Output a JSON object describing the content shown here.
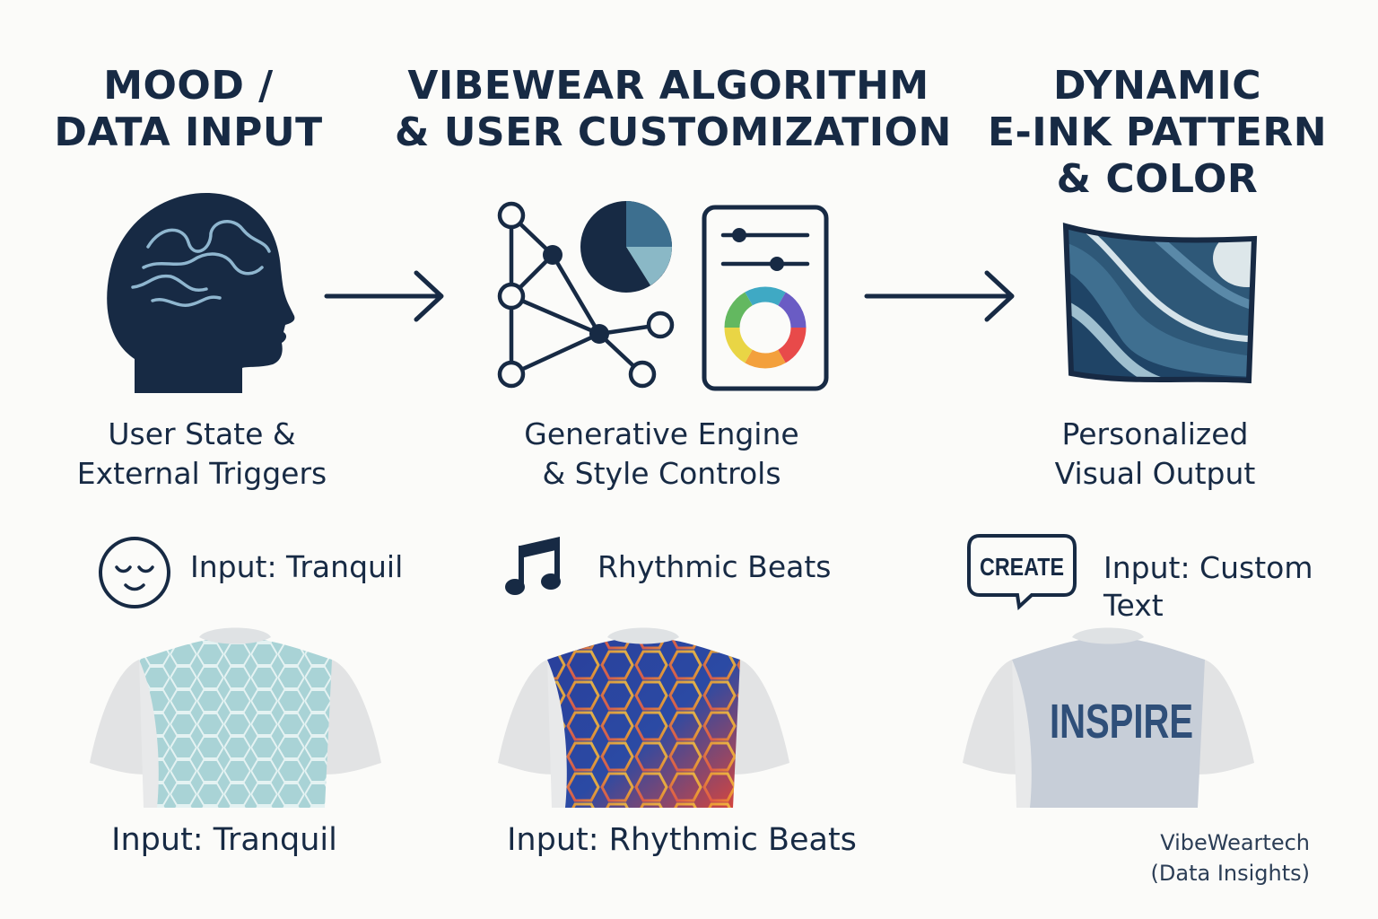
{
  "columns": [
    {
      "heading": [
        "MOOD /",
        "DATA INPUT"
      ],
      "subtitle": [
        "User State &",
        "External Triggers"
      ],
      "example_label": "Input: Tranquil",
      "example_icon": "sleepy-face-icon",
      "caption": "Input: Tranquil"
    },
    {
      "heading": [
        "VIBEWEAR ALGORITHM",
        "& USER CUSTOMIZATION"
      ],
      "subtitle": [
        "Generative Engine",
        "& Style Controls"
      ],
      "example_label": "Rhythmic Beats",
      "example_icon": "music-note-icon",
      "caption": "Input: Rhythmic Beats"
    },
    {
      "heading": [
        "DYNAMIC",
        "E-INK PATTERN",
        "& COLOR"
      ],
      "subtitle": [
        "Personalized",
        "Visual Output"
      ],
      "example_label": [
        "Input: Custom",
        "Text"
      ],
      "example_icon": "speech-bubble-icon",
      "bubble_text": "CREATE",
      "shirt_text": "INSPIRE"
    }
  ],
  "brand": [
    "VibeWeartech",
    "(Data Insights)"
  ],
  "colors": {
    "navy": "#172a44",
    "teal": "#7fb0c0",
    "light_teal": "#a9d3d6",
    "blue_pattern": "#2c4fa0",
    "gray_shirt": "#c7ced8"
  }
}
